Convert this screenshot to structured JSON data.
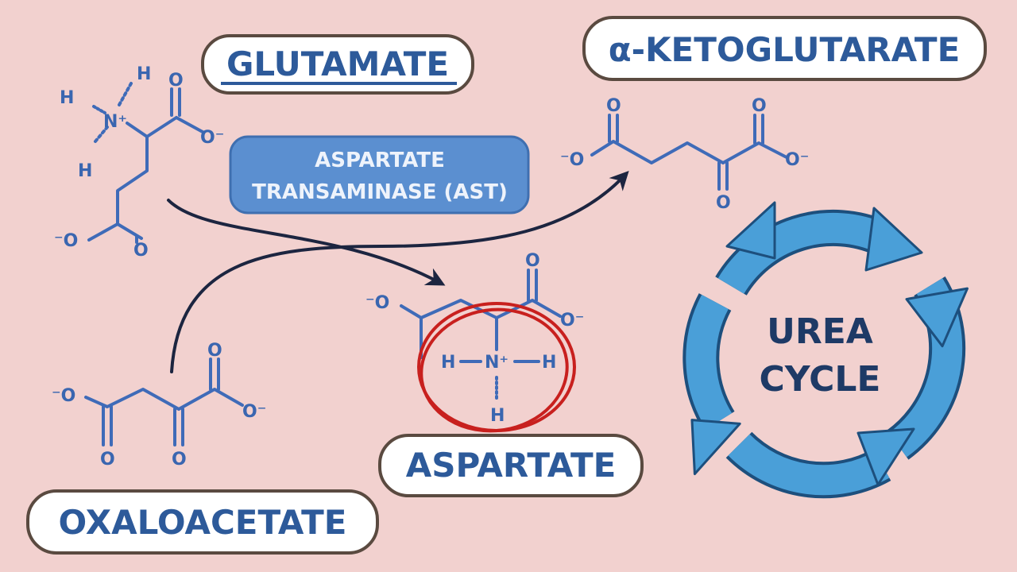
{
  "labels": {
    "glutamate": "GLUTAMATE",
    "alpha_ketoglutarate": "α-KETOGLUTARATE",
    "enzyme_line1": "ASPARTATE",
    "enzyme_line2": "TRANSAMINASE (AST)",
    "aspartate": "ASPARTATE",
    "oxaloacetate": "OXALOACETATE",
    "urea_line1": "UREA",
    "urea_line2": "CYCLE"
  },
  "atoms": {
    "H": "H",
    "N_plus": "N⁺",
    "O": "O",
    "O_minus": "O⁻",
    "minus_O": "⁻O"
  },
  "colors": {
    "background": "#f2d1cf",
    "molecule": "#3f6bb8",
    "enzyme_box": "#5b8fd0",
    "highlight": "#c8201e",
    "cycle": "#4a9fd8"
  }
}
